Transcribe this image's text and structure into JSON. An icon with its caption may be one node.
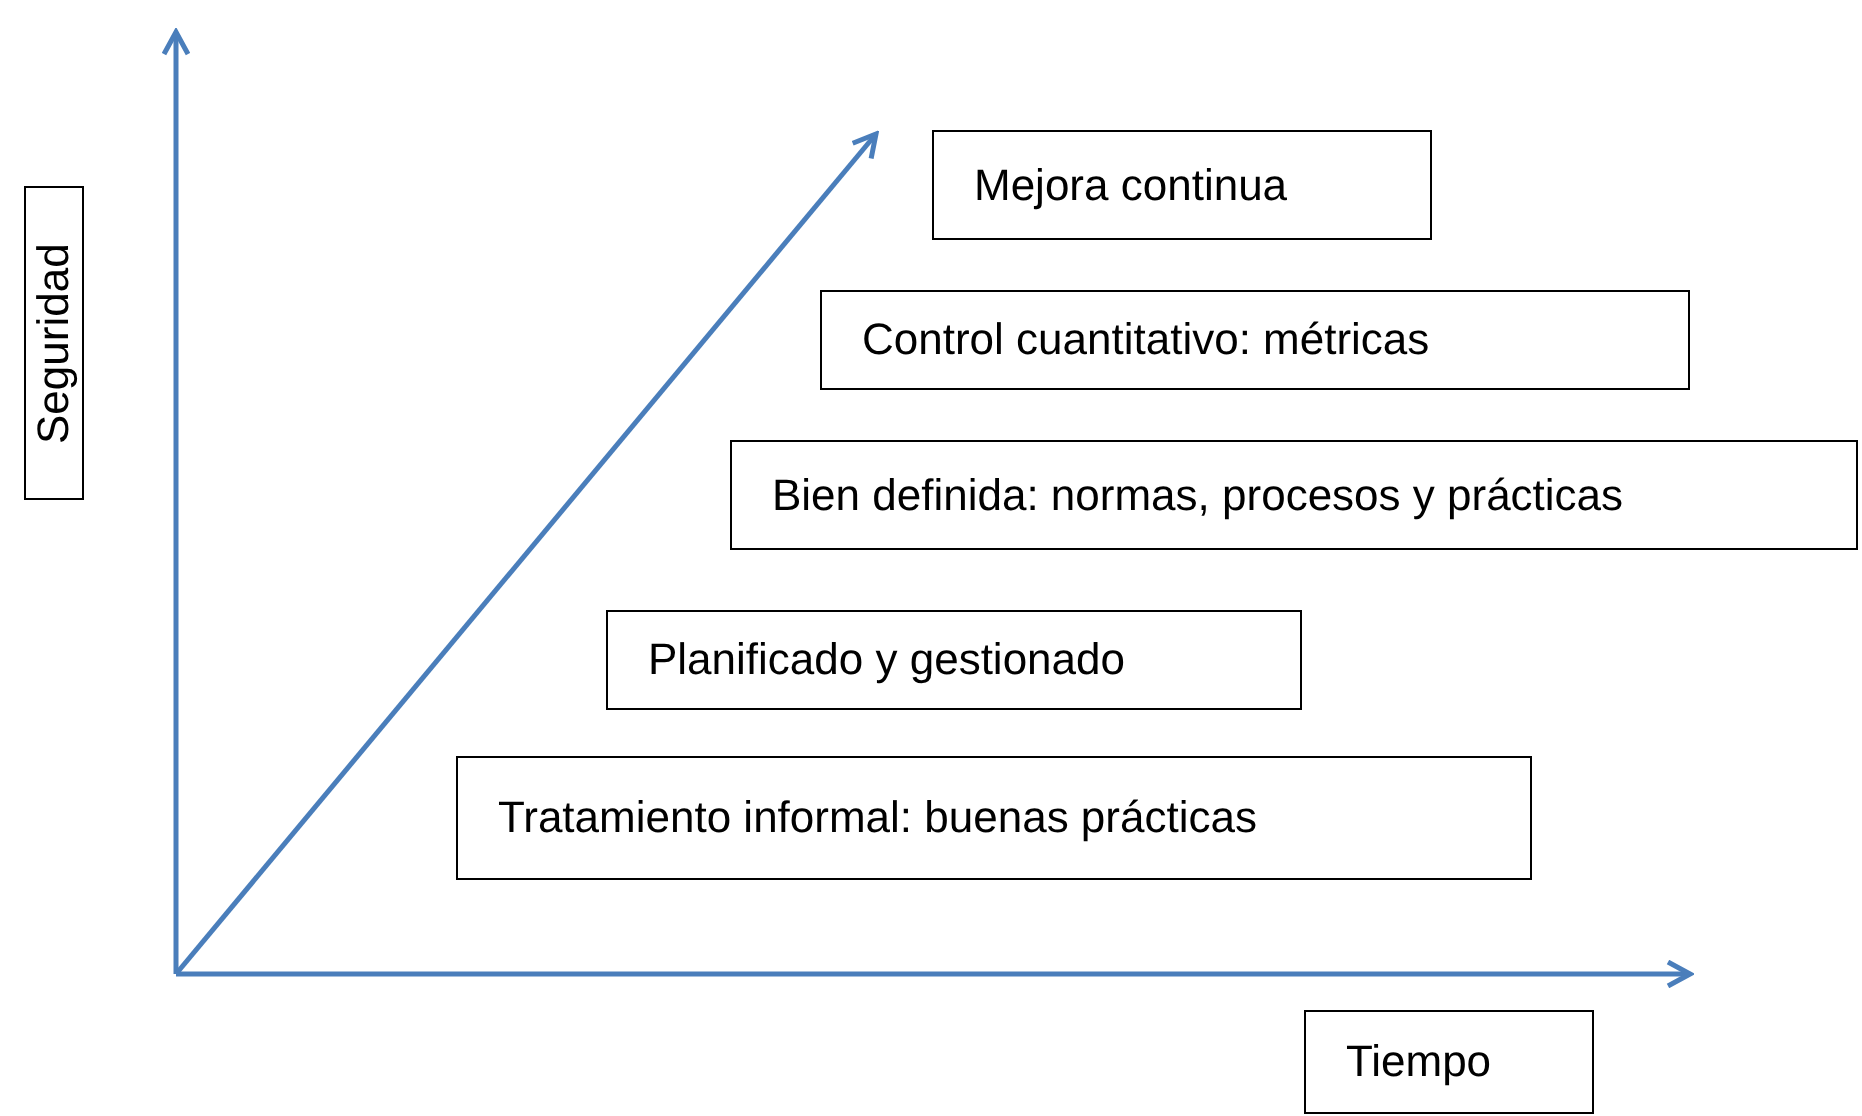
{
  "diagram": {
    "nodes": [
      {
        "text": [
          "Mejora continua"
        ]
      },
      {
        "text": [
          "Seguridad"
        ]
      },
      {
        "text": [
          "Control cuantitativo: métricas"
        ]
      },
      {
        "text": [
          "Bien definida: normas, procesos y prácticas"
        ]
      },
      {
        "text": [
          "Planificado y gestionado"
        ]
      },
      {
        "text": [
          "Tratamiento informal: buenas prácticas"
        ]
      },
      {
        "text": [
          "Tiempo"
        ]
      }
    ]
  }
}
